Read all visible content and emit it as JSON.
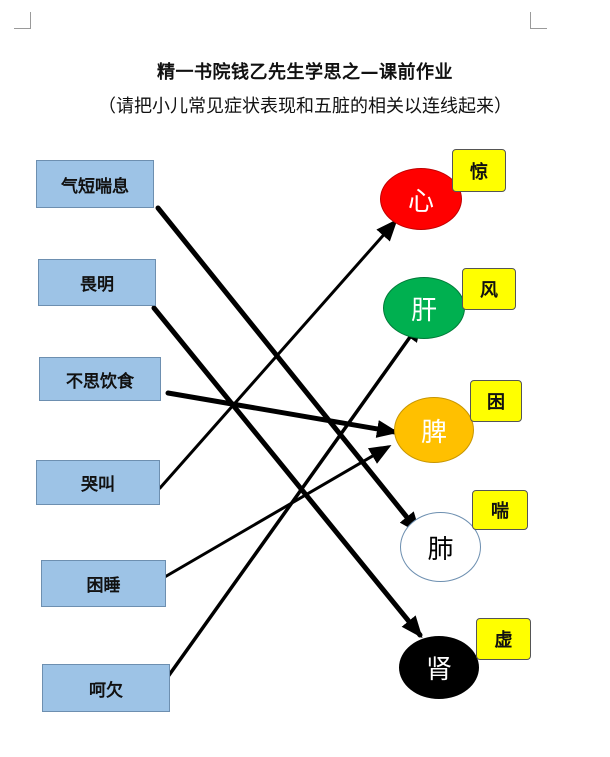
{
  "title": "精一书院钱乙先生学思之—课前作业",
  "subtitle": "（请把小儿常见症状表现和五脏的相关以连线起来）",
  "symptoms": [
    "气短喘息",
    "畏明",
    "不思饮食",
    "哭叫",
    "困睡",
    "呵欠"
  ],
  "organs": [
    {
      "label": "心",
      "fill": "#ff0000",
      "text_color": "#ffffff",
      "border": "#c00000"
    },
    {
      "label": "肝",
      "fill": "#00b050",
      "text_color": "#ffffff",
      "border": "#007a38"
    },
    {
      "label": "脾",
      "fill": "#ffc000",
      "text_color": "#ffffff",
      "border": "#c89600"
    },
    {
      "label": "肺",
      "fill": "#ffffff",
      "text_color": "#000000",
      "border": "#6d8fb0"
    },
    {
      "label": "肾",
      "fill": "#000000",
      "text_color": "#ffffff",
      "border": "#000000"
    }
  ],
  "tags": [
    "惊",
    "风",
    "困",
    "喘",
    "虚"
  ],
  "connections": [
    {
      "from": 0,
      "to": 3
    },
    {
      "from": 1,
      "to": 4
    },
    {
      "from": 2,
      "to": 2
    },
    {
      "from": 3,
      "to": 0
    },
    {
      "from": 4,
      "to": 2
    },
    {
      "from": 5,
      "to": 1
    }
  ],
  "colors": {
    "box": "#9dc3e6",
    "tag": "#ffff00",
    "line": "#000000"
  }
}
